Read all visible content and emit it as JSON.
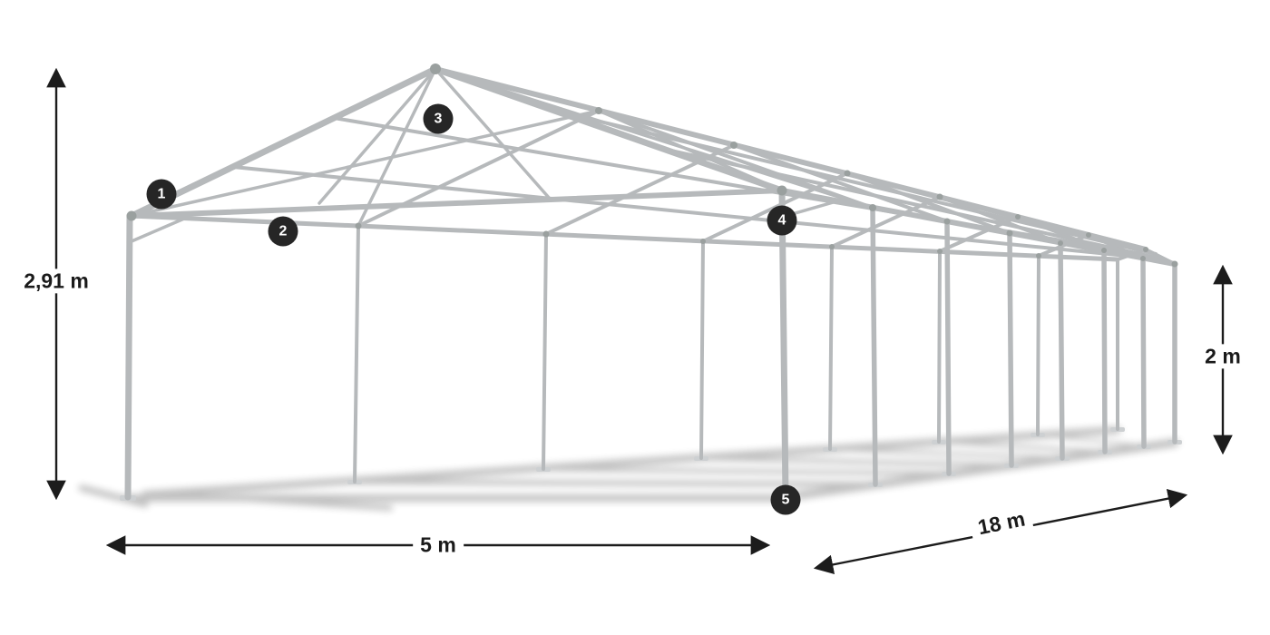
{
  "colors": {
    "background": "#ffffff",
    "frame": "#b6b9bb",
    "frame_light": "#cdd0d2",
    "joint": "#9aa09f",
    "shadow": "#3f3f3f",
    "arrow": "#1c1c1c",
    "badge_bg": "#262626",
    "badge_fg": "#ffffff",
    "label_fg": "#1a1a1a"
  },
  "dimensions": {
    "total_height": "2,91 m",
    "side_height": "2 m",
    "width": "5 m",
    "length": "18 m"
  },
  "markers": [
    {
      "label": "1"
    },
    {
      "label": "2"
    },
    {
      "label": "3"
    },
    {
      "label": "4"
    },
    {
      "label": "5"
    }
  ]
}
